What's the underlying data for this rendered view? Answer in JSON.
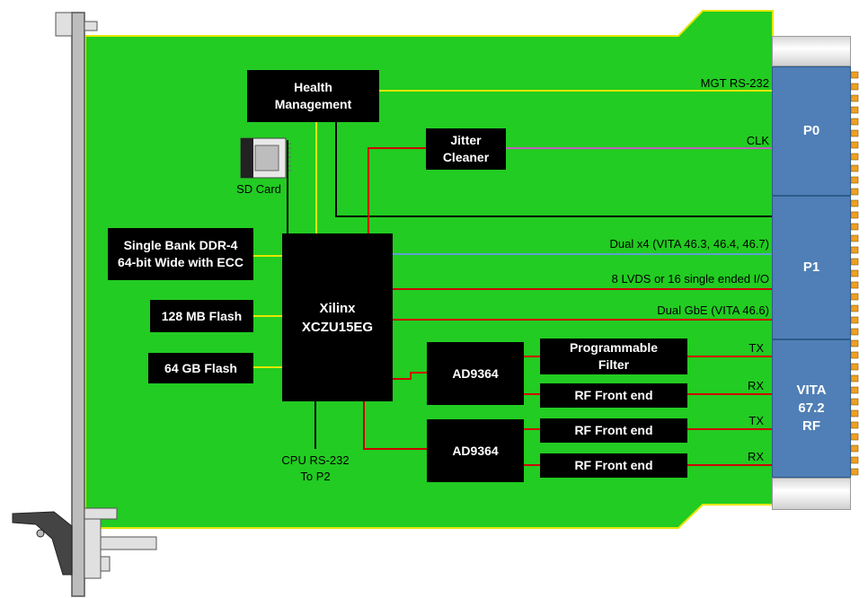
{
  "blocks": {
    "health": "Health\nManagement",
    "jitter": "Jitter\nCleaner",
    "ddr": "Single Bank DDR-4\n64-bit Wide with ECC",
    "flash128": "128 MB Flash",
    "flash64": "64 GB Flash",
    "fpga": "Xilinx\nXCZU15EG",
    "ad9364_a": "AD9364",
    "ad9364_b": "AD9364",
    "prog_filter": "Programmable\nFilter",
    "rf1": "RF Front end",
    "rf2": "RF Front end",
    "rf3": "RF Front end"
  },
  "connectors": {
    "p0": "P0",
    "p1": "P1",
    "rf": "VITA\n67.2\nRF"
  },
  "signals": {
    "mgt": "MGT RS-232",
    "clk": "CLK",
    "dual_x4": "Dual x4 (VITA 46.3, 46.4, 46.7)",
    "lvds": "8 LVDS or 16 single ended I/O",
    "gbe": "Dual GbE (VITA 46.6)",
    "tx1": "TX",
    "rx1": "RX",
    "tx2": "TX",
    "rx2": "RX"
  },
  "labels": {
    "sd_card": "SD Card",
    "cpu_rs232": "CPU RS-232\nTo P2"
  },
  "colors": {
    "board": "#22cc22",
    "board_edge": "#e6e600",
    "connector": "#4f7fb6",
    "trace_red": "#cc0000",
    "trace_yellow": "#e6e600",
    "trace_black": "#000000",
    "trace_pink": "#c060c0",
    "trace_blue": "#5fa0d0"
  }
}
